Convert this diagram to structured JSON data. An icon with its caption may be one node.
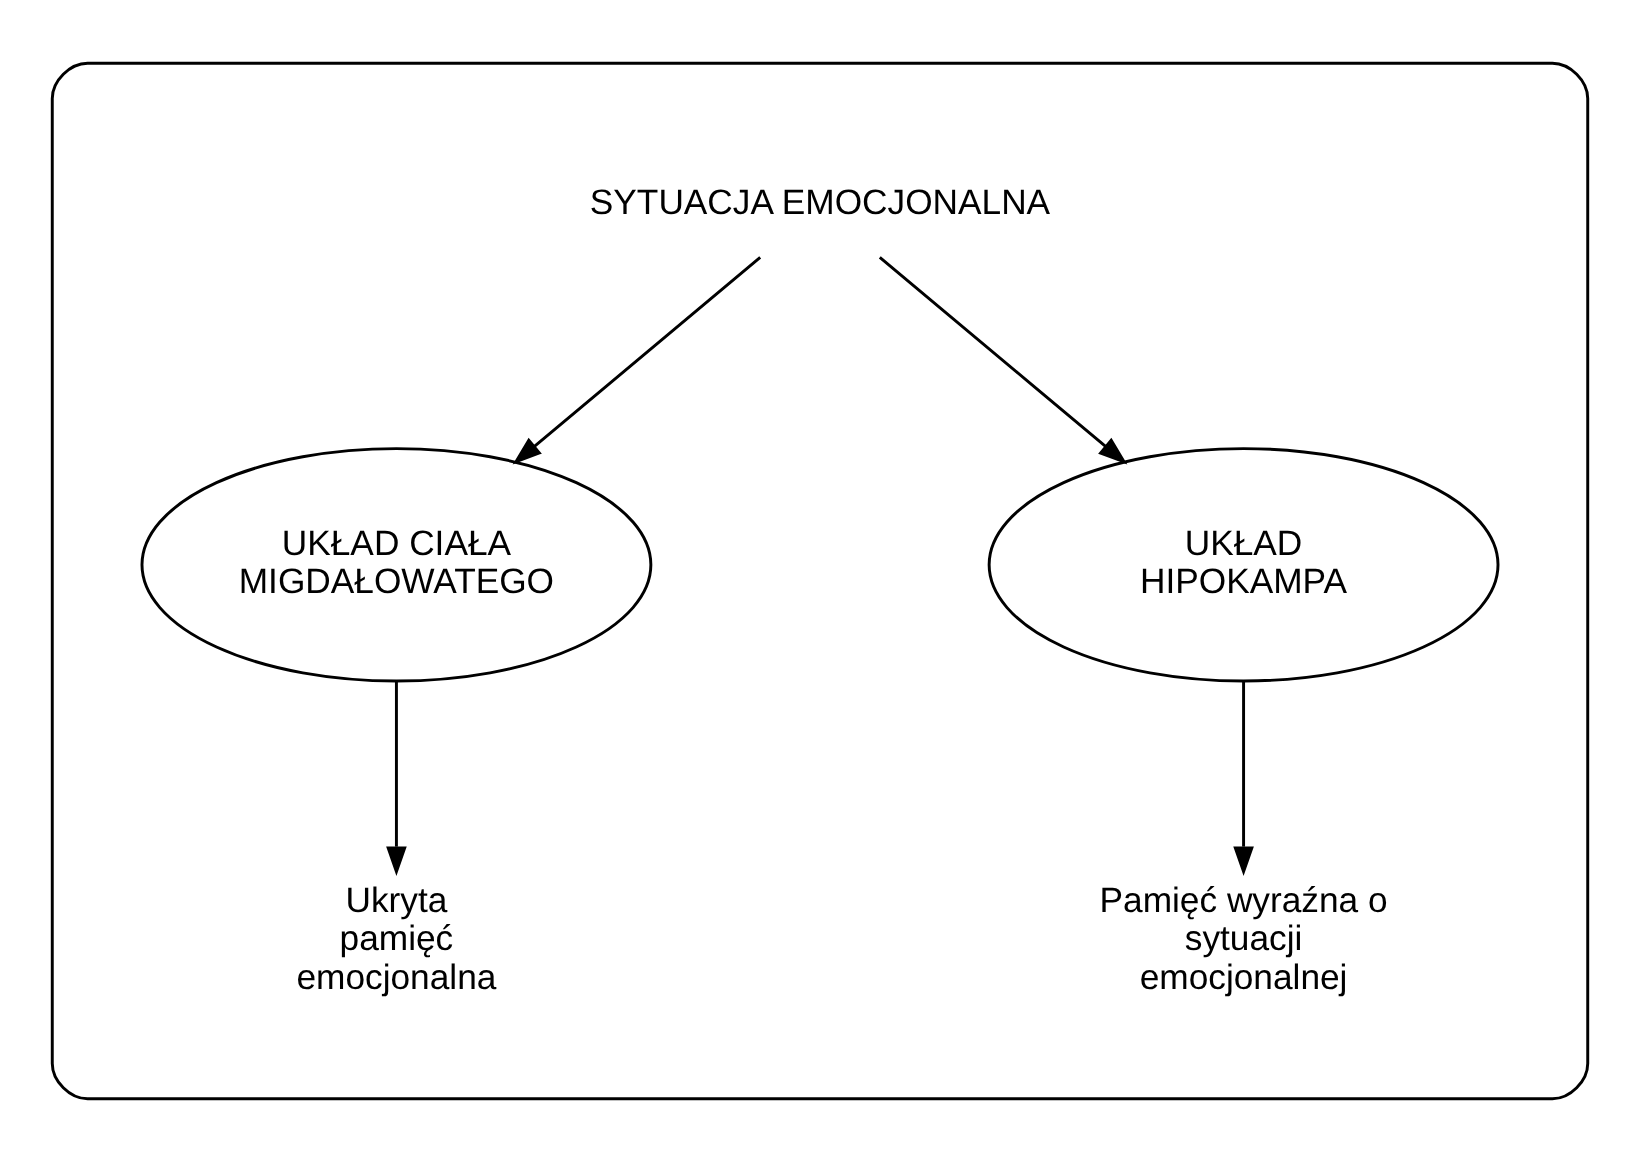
{
  "diagram": {
    "nodes": [
      {
        "text": [],
        "shape": "box"
      },
      {
        "text": [
          "SYTUACJA EMOCJONALNA"
        ],
        "in": 0
      },
      {
        "text": [
          "UKŁAD CIAŁA MIGDAŁOWATEGO"
        ],
        "in": 0
      },
      {
        "text": [
          "UKŁAD HIPOKAMPA"
        ],
        "in": 0
      },
      {
        "text": [
          "Ukryta pamięć emocjonalna"
        ],
        "in": 0
      },
      {
        "text": [
          "Pamięć wyraźna o sytuacji emocjonalnej"
        ],
        "in": 0
      }
    ],
    "edges": [
      {
        "from": 1,
        "to": 2,
        "arrow": "to"
      },
      {
        "from": 1,
        "to": 3,
        "arrow": "to"
      },
      {
        "from": 2,
        "to": 4,
        "arrow": "to"
      },
      {
        "from": 3,
        "to": 5,
        "arrow": "to"
      }
    ]
  }
}
